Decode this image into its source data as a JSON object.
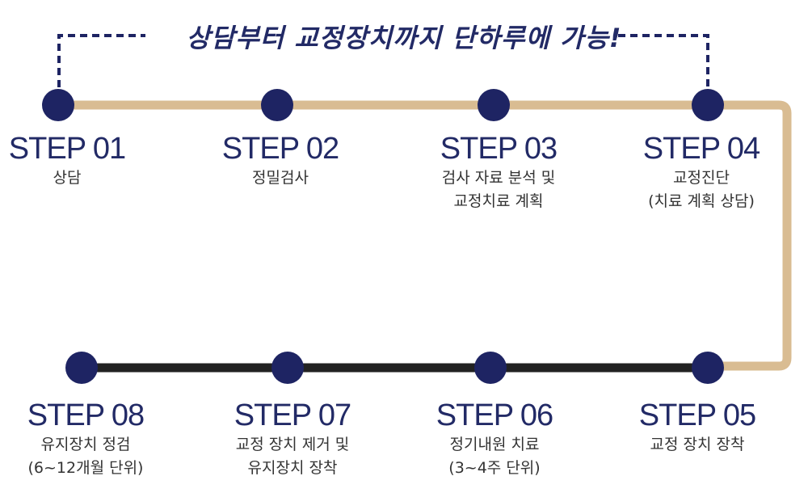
{
  "banner": {
    "text": "상담부터 교정장치까지 단하루에 가능!"
  },
  "colors": {
    "node": "#1e2463",
    "top_line": "#d9bc92",
    "bottom_line": "#222222",
    "dashed": "#1e2463",
    "title": "#222a66",
    "desc": "#333333"
  },
  "steps": [
    {
      "title": "STEP 01",
      "desc": "상담"
    },
    {
      "title": "STEP 02",
      "desc": "정밀검사"
    },
    {
      "title": "STEP 03",
      "desc": "검사 자료 분석 및\n교정치료 계획"
    },
    {
      "title": "STEP 04",
      "desc": "교정진단\n(치료 계획 상담)"
    },
    {
      "title": "STEP 05",
      "desc": "교정 장치 장착"
    },
    {
      "title": "STEP 06",
      "desc": "정기내원 치료\n(3~4주 단위)"
    },
    {
      "title": "STEP 07",
      "desc": "교정 장치 제거 및\n유지장치 장착"
    },
    {
      "title": "STEP 08",
      "desc": "유지장치 정검\n(6~12개월 단위)"
    }
  ]
}
